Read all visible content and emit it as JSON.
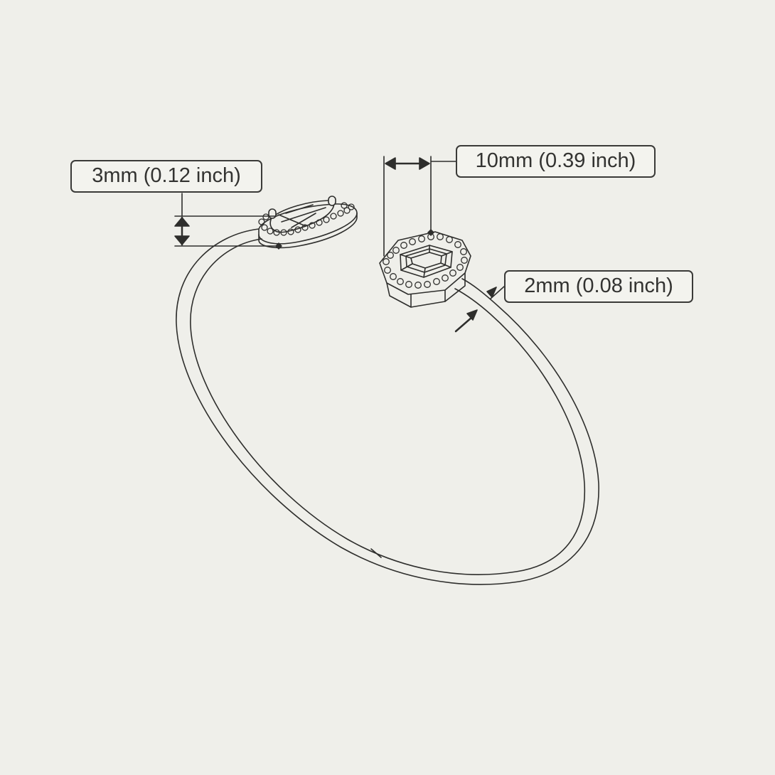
{
  "dimensions": {
    "head_height": "3mm (0.12 inch)",
    "head_width": "10mm (0.39 inch)",
    "band_width": "2mm (0.08 inch)"
  },
  "colors": {
    "background": "#efefea",
    "line": "#2e2e2c",
    "label_fill": "#f3f3ee"
  }
}
